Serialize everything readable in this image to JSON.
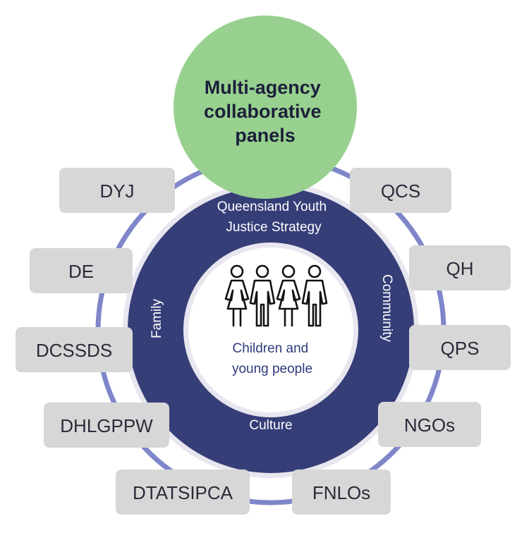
{
  "colors": {
    "outer_ring": "#7f86c9",
    "inner_ring": "#363e78",
    "panel_circle": "#98d18f",
    "agency_box": "#d7d7d7",
    "center_text": "#2e3b7a"
  },
  "panel": {
    "lines": [
      "Multi-agency",
      "collaborative",
      "panels"
    ]
  },
  "ring": {
    "top_lines": [
      "Queensland Youth",
      "Justice Strategy"
    ],
    "left": "Family",
    "right": "Community",
    "bottom": "Culture"
  },
  "center": {
    "icon": "people-group-icon",
    "lines": [
      "Children and",
      "young people"
    ]
  },
  "agencies": {
    "dyj": "DYJ",
    "de": "DE",
    "dcssds": "DCSSDS",
    "dhlgppw": "DHLGPPW",
    "dtatsipca": "DTATSIPCA",
    "qcs": "QCS",
    "qh": "QH",
    "qps": "QPS",
    "ngos": "NGOs",
    "fnlos": "FNLOs"
  }
}
